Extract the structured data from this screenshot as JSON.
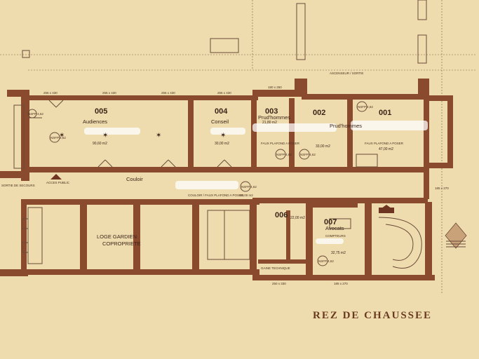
{
  "title": "REZ DE CHAUSSEE",
  "rooms": [
    {
      "id": "005",
      "name": "Audiences",
      "area": "90,60 m2"
    },
    {
      "id": "004",
      "name": "Conseil",
      "area": "30,00 m2"
    },
    {
      "id": "003",
      "name": "Prud'hommes",
      "area": "21,80 m2"
    },
    {
      "id": "002",
      "name": "",
      "area": "33,00 m2"
    },
    {
      "id": "001",
      "name": "",
      "area": "47,00 m2"
    },
    {
      "id": "006",
      "name": "",
      "area": "22,00 m2"
    },
    {
      "id": "007",
      "name": "Avocats",
      "area": "32,75 m2"
    }
  ],
  "labels": {
    "prudhommes_large": "Prud'hommes",
    "couloir": "Couloir",
    "acces_public": "ACCES PUBLIC",
    "sortie_secours": "SORTIE DE SECOURS",
    "loge_gardien": "LOGE GARDIEN",
    "copropriete": "COPROPRIETE",
    "gaine_technique": "GAINE TECHNIQUE",
    "compteurs": "COMPTEURS",
    "faux_plafond_1": "FAUX PLAFOND A POSER",
    "faux_plafond_2": "FAUX PLAFOND A POSER",
    "corridor_note": "COULOIR / FAUX PLAFOND A POSER",
    "corridor_area": "60,00 m2",
    "ascenseur": "ASCENSEUR / SORTIE"
  },
  "dims": [
    "255 x 430",
    "255 x 430",
    "255 x 430",
    "255 x 430",
    "180 x 250",
    "250 x 330",
    "185 x 270",
    "185 x 270"
  ],
  "markers": [
    "NSFP 4,62",
    "NSFP 4,62",
    "NSFP 4,62",
    "NSFP 4,62",
    "NSFP 4,62",
    "NSFP 4,62",
    "NSFP 4,62"
  ]
}
